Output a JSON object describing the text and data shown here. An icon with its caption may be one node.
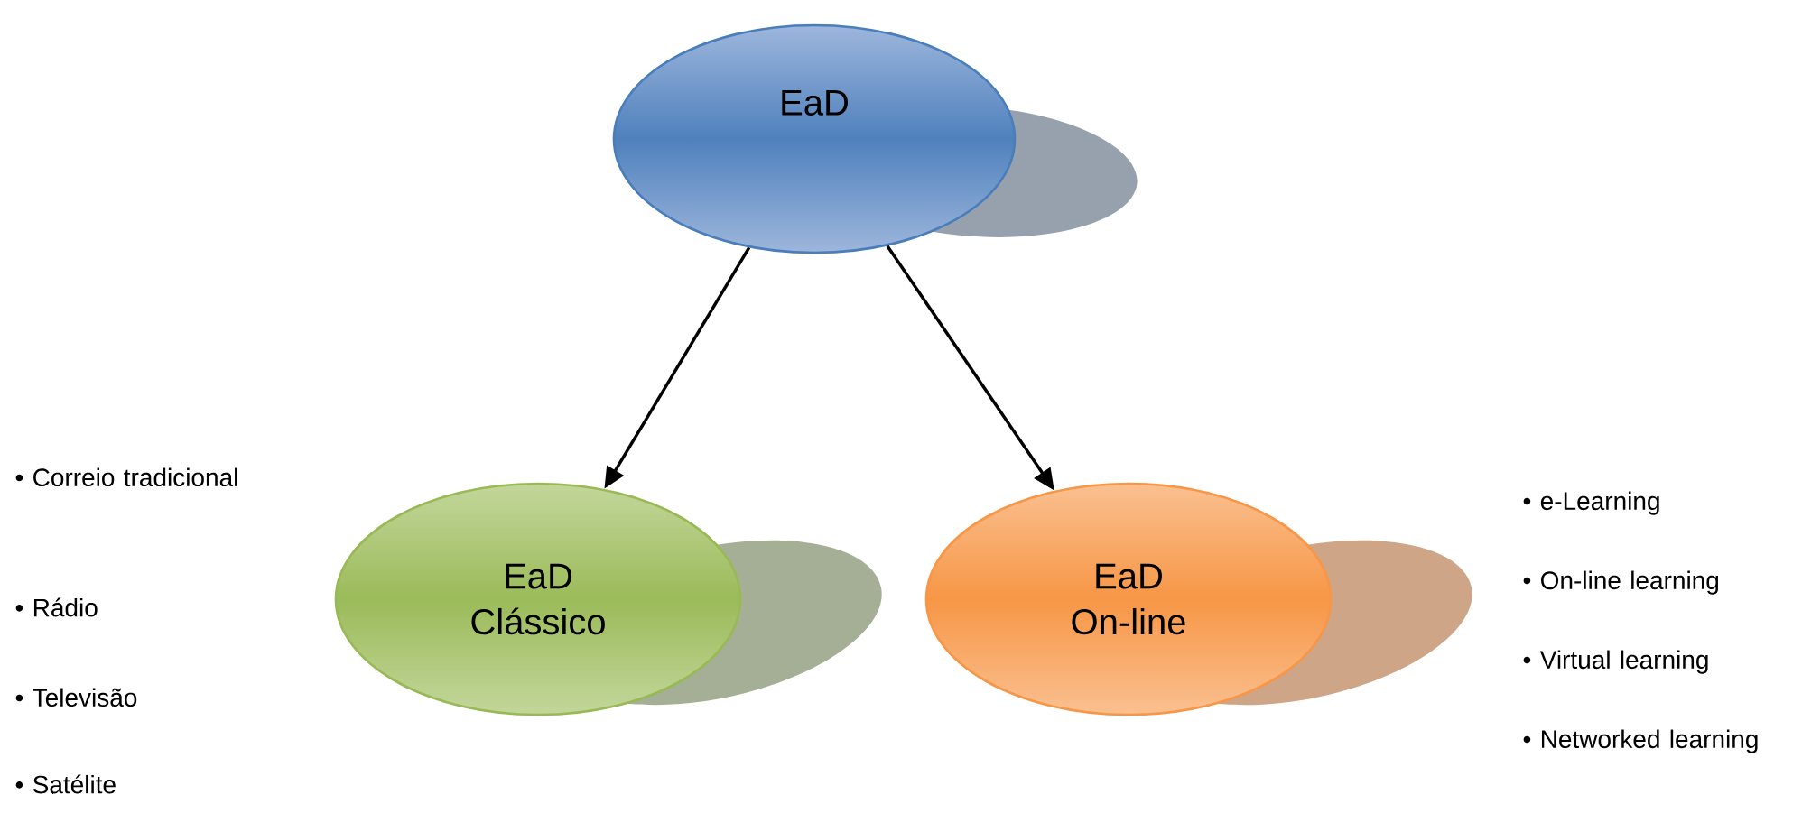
{
  "diagram": {
    "nodes": [
      {
        "text": [
          "EaD"
        ]
      },
      {
        "text": [
          "EaD Clássico"
        ]
      },
      {
        "text": [
          "EaD On-line"
        ]
      }
    ],
    "edges": [
      {
        "from": 0,
        "to": 1,
        "arrow": "to"
      },
      {
        "from": 0,
        "to": 2,
        "arrow": "to"
      }
    ],
    "labels": [
      "• Correio tradicional",
      "• Rádio",
      "• Televisão",
      "• Satélite",
      "• e-Learning",
      "• On-line learning",
      "• Virtual learning",
      "• Networked learning"
    ]
  }
}
